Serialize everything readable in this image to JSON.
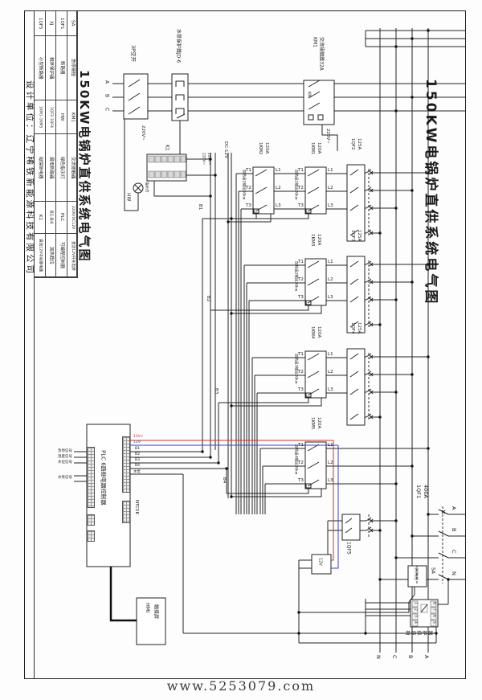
{
  "titles": {
    "main": "150KW电锅炉直供系统电气图",
    "design_unit": "设计单位：辽宁稀铁新能源科技有限公司",
    "watermark": "www.5253079.com"
  },
  "legend": {
    "rows": [
      {
        "k1": "SA",
        "v1": "急停按钮",
        "k2": "KM1",
        "v2": "交流接触器",
        "k3": "220V/DC12V",
        "v3": "直流12V开关电源"
      },
      {
        "k1": "1QF1",
        "v1": "断路器",
        "k2": "HW",
        "v2": "绿色指示灯",
        "k3": "PLC",
        "v3": "可编程控制器"
      },
      {
        "k1": "XJ",
        "v1": "相序保护器",
        "k2": "1QF2-1QF4",
        "v2": "漏电断路器",
        "k3": "B1-B4",
        "v3": "加热档位"
      },
      {
        "k1": "1QF5",
        "v1": "小型断路器",
        "k2": "1KM1-1KM5",
        "v2": "磁保继电器",
        "k3": "K1",
        "v3": "直流12V中间继电器"
      }
    ]
  },
  "feed": {
    "breaker": "3P空开",
    "a": "A",
    "b": "B",
    "c": "C",
    "pump_protector": "水泵保护器JD-6",
    "km1": "KM1",
    "km1_desc": "交流接触器32A",
    "km": "KM",
    "v220": "220V~",
    "dc12": "DC-12V"
  },
  "control": {
    "k1": "K1",
    "hw": "HW",
    "indicator": "指示灯"
  },
  "terminals": {
    "t1": "T1",
    "t2": "T2",
    "t3": "T3",
    "l1": "L1",
    "l2": "L2",
    "l3": "L3"
  },
  "rows": [
    {
      "km": "1KM2",
      "amp": "120A",
      "heat": "加热组1输出30kw"
    },
    {
      "km": "1KM1",
      "amp": "120A",
      "heat": "加热组1输出30kw"
    },
    {
      "km": "1KM3",
      "amp": "120A",
      "heat": "加热组2输出30kw"
    },
    {
      "km": "1KM4",
      "amp": "120A",
      "heat": "加热组3输出30kw"
    },
    {
      "km": "1KM5",
      "amp": "120A",
      "heat": "加热组4输出30kw"
    }
  ],
  "qf": [
    {
      "name": "1QF2",
      "amp": "125A"
    },
    {
      "name": "1QF3",
      "amp": "125A"
    },
    {
      "name": "1QF4",
      "amp": "125A"
    }
  ],
  "qf5": "1QF5",
  "psu": "12V",
  "plc": {
    "label": "PLC 6路继电器控制器",
    "ntc": "NTC5K",
    "outputs": [
      "12V+",
      "12V-",
      "B1",
      "B2",
      "B3",
      "B4",
      "水泵"
    ],
    "inputs": [
      "急停信号",
      "温度信号",
      "水位信号",
      "水泵信号"
    ],
    "b_tags": [
      "B1",
      "B2",
      "B3",
      "B4"
    ]
  },
  "hmi": {
    "line1": "HMI",
    "line2": "触摸屏"
  },
  "incomer": {
    "qf1": "1QF1",
    "amp": "400A",
    "sa": "SA",
    "sa_desc": "急停按钮",
    "xj_label": "相序保护器",
    "xj_terms": [
      "1",
      "2",
      "3",
      "4",
      "8",
      "7",
      "6",
      "5"
    ],
    "phases": [
      "A",
      "B",
      "C",
      "N"
    ],
    "bus": [
      "N",
      "C",
      "B",
      "A"
    ]
  }
}
